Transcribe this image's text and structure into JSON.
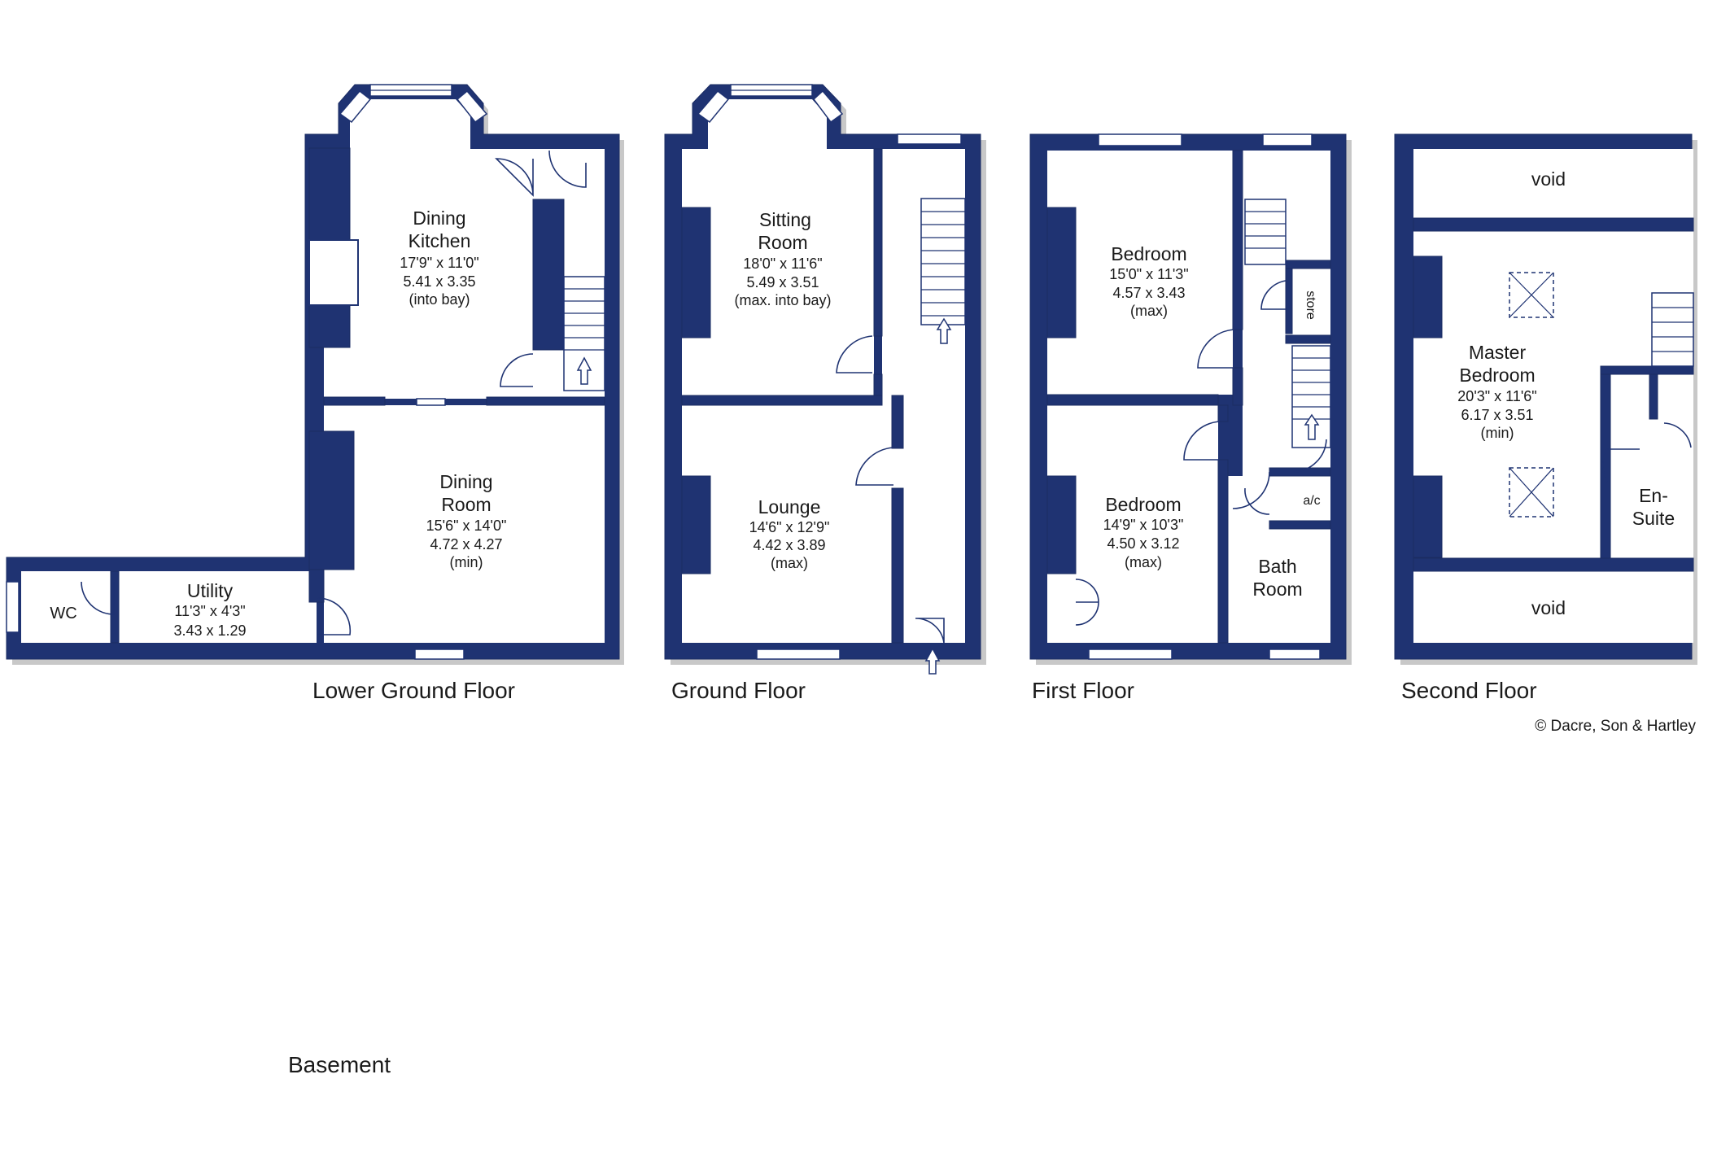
{
  "floors": {
    "lower_ground": "Lower Ground Floor",
    "ground": "Ground Floor",
    "first": "First Floor",
    "second": "Second Floor",
    "basement": "Basement"
  },
  "rooms": {
    "dining_kitchen": {
      "name1": "Dining",
      "name2": "Kitchen",
      "imperial": "17'9\" x 11'0\"",
      "metric": "5.41 x 3.35",
      "note": "(into bay)"
    },
    "dining_room": {
      "name1": "Dining",
      "name2": "Room",
      "imperial": "15'6\" x 14'0\"",
      "metric": "4.72 x 4.27",
      "note": "(min)"
    },
    "utility": {
      "name": "Utility",
      "imperial": "11'3\" x 4'3\"",
      "metric": "3.43 x 1.29"
    },
    "wc": {
      "name": "WC"
    },
    "sitting_room": {
      "name1": "Sitting",
      "name2": "Room",
      "imperial": "18'0\" x 11'6\"",
      "metric": "5.49 x 3.51",
      "note": "(max. into bay)"
    },
    "lounge": {
      "name": "Lounge",
      "imperial": "14'6\" x 12'9\"",
      "metric": "4.42 x 3.89",
      "note": "(max)"
    },
    "bedroom_1": {
      "name": "Bedroom",
      "imperial": "15'0\" x 11'3\"",
      "metric": "4.57 x 3.43",
      "note": "(max)"
    },
    "bedroom_2": {
      "name": "Bedroom",
      "imperial": "14'9\" x 10'3\"",
      "metric": "4.50 x 3.12",
      "note": "(max)"
    },
    "bath_room": {
      "name1": "Bath",
      "name2": "Room"
    },
    "store": {
      "name": "store"
    },
    "ac": {
      "name": "a/c"
    },
    "void_top": {
      "name": "void"
    },
    "void_bottom": {
      "name": "void"
    },
    "master_bedroom": {
      "name1": "Master",
      "name2": "Bedroom",
      "imperial": "20'3\" x 11'6\"",
      "metric": "6.17 x 3.51",
      "note": "(min)"
    },
    "en_suite": {
      "name1": "En-",
      "name2": "Suite"
    }
  },
  "copyright": "© Dacre, Son & Hartley",
  "colors": {
    "wall": "#1f3372",
    "background": "#ffffff"
  }
}
